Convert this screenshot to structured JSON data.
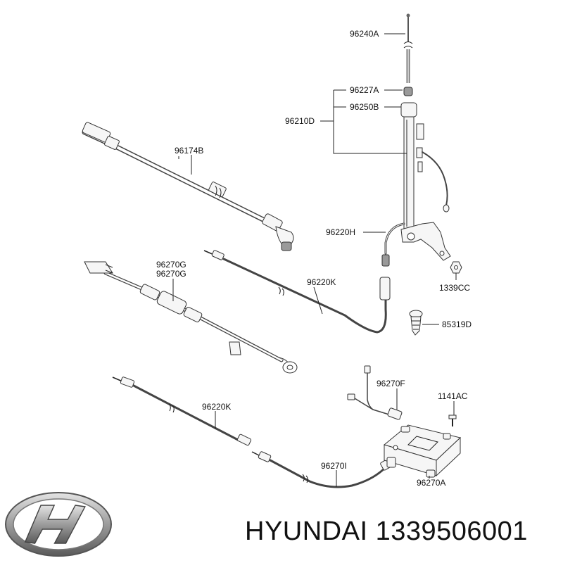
{
  "labels": {
    "p96240A": "96240A",
    "p96227A": "96227A",
    "p96250B": "96250B",
    "p96210D": "96210D",
    "p96174B": "96174B",
    "p96220H": "96220H",
    "p96270G_1": "96270G",
    "p96270G_2": "96270G",
    "p96220K_1": "96220K",
    "p1339CC": "1339CC",
    "p85319D": "85319D",
    "p96270F": "96270F",
    "p1141AC": "1141AC",
    "p96220K_2": "96220K",
    "p96270I": "96270I",
    "p96270A": "96270A"
  },
  "brand": {
    "name": "HYUNDAI",
    "part_number": "1339506001",
    "logo_icon": "hyundai-logo-icon"
  }
}
